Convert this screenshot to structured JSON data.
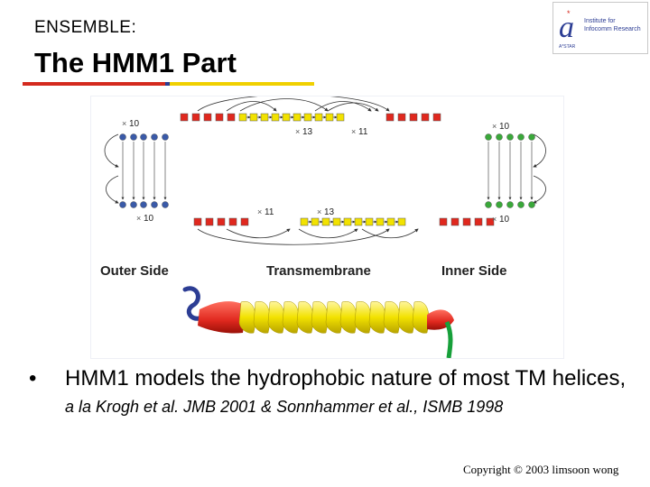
{
  "slide": {
    "subtitle": "ENSEMBLE:",
    "title": "The HMM1 Part",
    "bullet_main": "HMM1 models the hydrophobic nature of most TM helices,",
    "bullet_ref": "a la Krogh et al. JMB 2001 & Sonnhammer et al., ISMB 1998",
    "copyright": "Copyright © 2003 limsoon wong"
  },
  "logo": {
    "letter": "a",
    "text_lines": [
      "Institute for",
      "Infocomm Research"
    ],
    "small": "A*STAR"
  },
  "figure": {
    "labels": {
      "outer_side": "Outer Side",
      "transmembrane": "Transmembrane",
      "inner_side": "Inner  Side"
    },
    "counts": {
      "top_left": "10",
      "top_mid": "13",
      "top_right_mid": "11",
      "top_right": "10",
      "bottom_left": "10",
      "bottom_mid_left": "11",
      "bottom_mid": "13",
      "bottom_right": "10"
    }
  },
  "colors": {
    "rule_red": "#d42a1e",
    "rule_blue": "#2c3d94",
    "rule_yellow": "#f0d000",
    "state_red": "#e0281e",
    "state_yellow": "#f2e200",
    "state_blue": "#3a5aa8",
    "state_green": "#3aa83a"
  }
}
